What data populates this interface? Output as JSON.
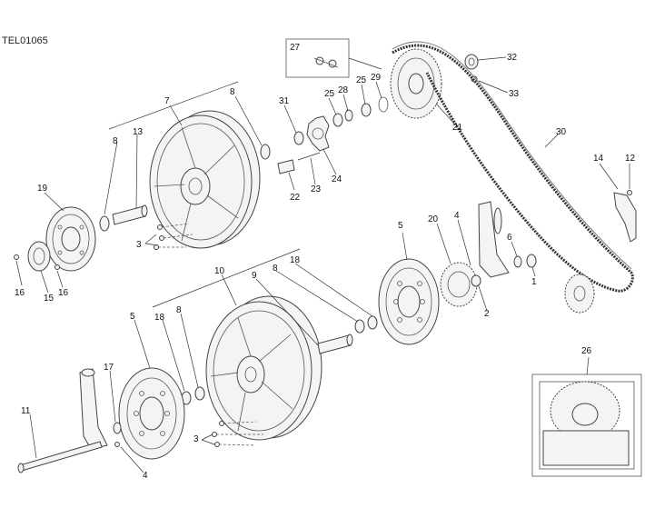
{
  "ref_code": "TEL01065",
  "callouts": [
    "1",
    "2",
    "3",
    "4",
    "5",
    "6",
    "7",
    "8",
    "9",
    "10",
    "11",
    "12",
    "13",
    "14",
    "15",
    "16",
    "17",
    "18",
    "19",
    "20",
    "21",
    "22",
    "23",
    "24",
    "25",
    "26",
    "27",
    "28",
    "29",
    "30",
    "31",
    "32",
    "33"
  ],
  "labels": {
    "n7": "7",
    "n8a": "8",
    "n8b": "8",
    "n13": "13",
    "n19": "19",
    "n3a": "3",
    "n16a": "16",
    "n15": "15",
    "n16b": "16",
    "n31": "31",
    "n25a": "25",
    "n28": "28",
    "n25b": "25",
    "n29": "29",
    "n27": "27",
    "n32": "32",
    "n33": "33",
    "n21": "21",
    "n30": "30",
    "n22": "22",
    "n23": "23",
    "n24": "24",
    "n14": "14",
    "n12": "12",
    "n20": "20",
    "n4a": "4",
    "n6": "6",
    "n1": "1",
    "n2": "2",
    "n5a": "5",
    "n10": "10",
    "n8c": "8",
    "n18a": "18",
    "n9": "9",
    "n8d": "8",
    "n18b": "18",
    "n5b": "5",
    "n17": "17",
    "n11": "11",
    "n4b": "4",
    "n3b": "3",
    "n26": "26"
  }
}
